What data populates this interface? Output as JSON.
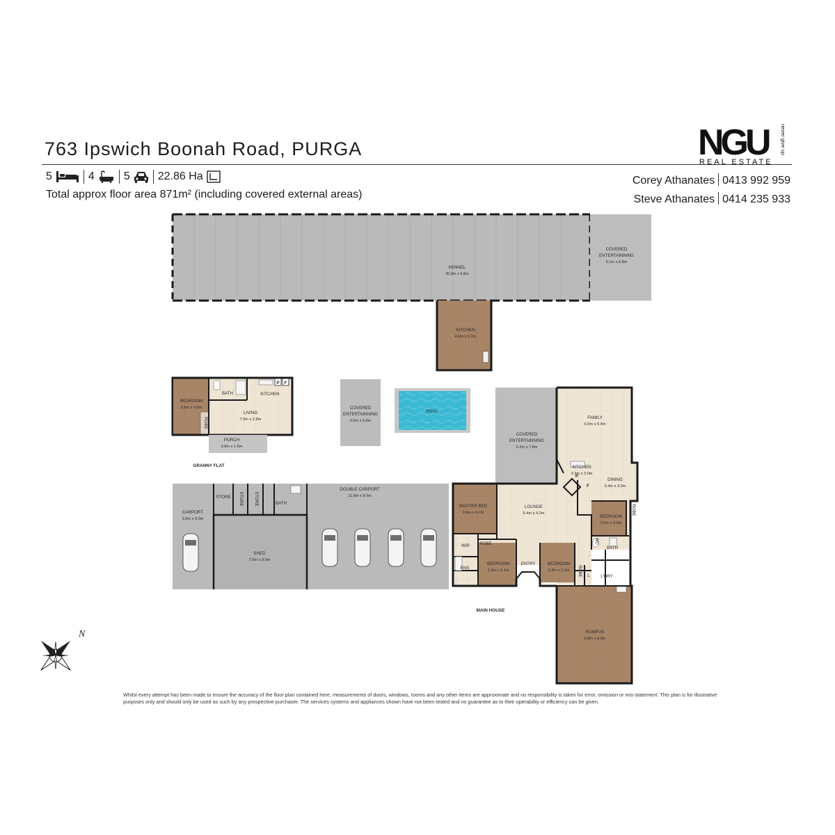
{
  "header": {
    "address": "763 Ipswich Boonah Road, PURGA",
    "stats": {
      "beds": "5",
      "baths": "4",
      "cars": "5",
      "land": "22.86 Ha"
    },
    "floor_area": "Total approx floor area 871m² (including covered external areas)"
  },
  "brand": {
    "logo_text": "NGU",
    "logo_sub": "REAL ESTATE",
    "logo_tag": "never give up",
    "color": "#1a1a1a"
  },
  "agents": [
    {
      "name": "Corey Athanates",
      "phone": "0413 992 959"
    },
    {
      "name": "Steve Athanates",
      "phone": "0414 235 933"
    }
  ],
  "rooms": {
    "kennel": {
      "name": "KENNEL",
      "size": "35.8m x 6.8m"
    },
    "covered_ent_1": {
      "name": "COVERED",
      "name2": "ENTERTAINNING",
      "size": "5.1m x 6.8m"
    },
    "kennel_kitchen": {
      "name": "KITCHEN",
      "size": "4.6m x 6.2m"
    },
    "gf_bedroom": {
      "name": "BEDROOM",
      "size": "2.9m x 4.5m"
    },
    "gf_bath": {
      "name": "BATH"
    },
    "gf_kitchen": {
      "name": "KITCHEN"
    },
    "gf_living": {
      "name": "LIVING",
      "size": "7.0m x 2.8m"
    },
    "gf_robe": {
      "name": "ROBE"
    },
    "gf_porch": {
      "name": "PORCH",
      "size": "3.8m x 1.6m"
    },
    "gf_p": {
      "name": "P"
    },
    "gf_f": {
      "name": "F"
    },
    "granny_flat": {
      "name": "GRANNY FLAT"
    },
    "covered_ent_2": {
      "name": "COVERED",
      "name2": "ENTERTAINNING",
      "size": "3.5m x 5.6m"
    },
    "pool": {
      "name": "POOL"
    },
    "covered_ent_3": {
      "name": "COVERED",
      "name2": "ENTERTAINNING",
      "size": "5.2m x 7.8m"
    },
    "family": {
      "name": "FAMILY",
      "size": "6.0m x 5.4m"
    },
    "kitchen": {
      "name": "KITCHEN",
      "size": "3.3m x 3.0m"
    },
    "dining": {
      "name": "DINING",
      "size": "3.4m x 3.0m"
    },
    "carport": {
      "name": "CARPORT",
      "size": "3.6m x 9.0m"
    },
    "store1": {
      "name": "STORE"
    },
    "store2": {
      "name": "STORE"
    },
    "store3": {
      "name": "STORE"
    },
    "shed_bath": {
      "name": "BATH"
    },
    "double_carport": {
      "name": "DOUBLE CARPORT",
      "size": "11.8m x 9.0m"
    },
    "shed": {
      "name": "SHED",
      "size": "7.5m x 9.0m"
    },
    "master_bed": {
      "name": "MASTER BED",
      "size": "3.6m x 4.2m"
    },
    "lounge": {
      "name": "LOUNGE",
      "size": "6.4m x 4.2m"
    },
    "bedroom_e": {
      "name": "BEDROOM",
      "size": "3.0m x 3.0m"
    },
    "robe_e": {
      "name": "ROBE"
    },
    "wir": {
      "name": "WIR"
    },
    "robe_m": {
      "name": "ROBE"
    },
    "ens": {
      "name": "ENS"
    },
    "bedroom_2": {
      "name": "BEDROOM",
      "size": "3.3m x 3.1m"
    },
    "entry": {
      "name": "ENTRY"
    },
    "bedroom_3": {
      "name": "BEDROOM",
      "size": "3.3m x 3.1m"
    },
    "robe_3": {
      "name": "ROBE"
    },
    "l_cup": {
      "name": "L"
    },
    "ldry": {
      "name": "L'DRY"
    },
    "bath_main": {
      "name": "BATH"
    },
    "wc": {
      "name": "WC"
    },
    "k_p": {
      "name": "P"
    },
    "k_f": {
      "name": "F"
    },
    "main_house": {
      "name": "MAIN HOUSE"
    },
    "rumpus": {
      "name": "RUMPUS",
      "size": "5.8m x 8.0m"
    }
  },
  "compass": {
    "north_label": "N"
  },
  "disclaimer": "Whilst every attempt has been made to ensure the accuracy of the floor plan contained here, measurements of doors, windows, rooms and any other items are approximate and no responsibility is taken for error, omission or mis-statement. This plan is for illustrative purposes only and should only be used as such by any prospective purchaser. The services systems and appliances shown have not been tested and no guarantee as to their operability or efficiency can be given.",
  "colors": {
    "concrete": "#b9b9b9",
    "timber": "#a98468",
    "tile": "#ede3d3",
    "pool": "#35b7d2",
    "wall": "#1a1a1a"
  }
}
